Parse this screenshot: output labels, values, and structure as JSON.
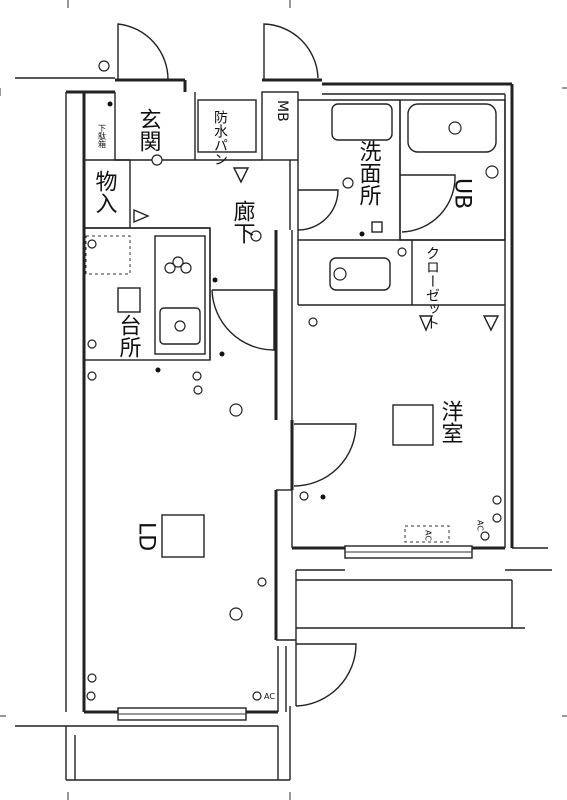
{
  "rooms": {
    "genkan": "玄関",
    "mb": "MB",
    "bousui_pan": "防水パン",
    "senmenjo": "洗面所",
    "ub": "UB",
    "mono_ire": "物入",
    "rouka": "廊下",
    "daidokoro": "台所",
    "closet": "クローゼット",
    "youshitsu": "洋室",
    "ld": "LD"
  },
  "marks": {
    "shoe_box": "下駄箱",
    "ac": "AC",
    "ac_unit": "AC"
  }
}
